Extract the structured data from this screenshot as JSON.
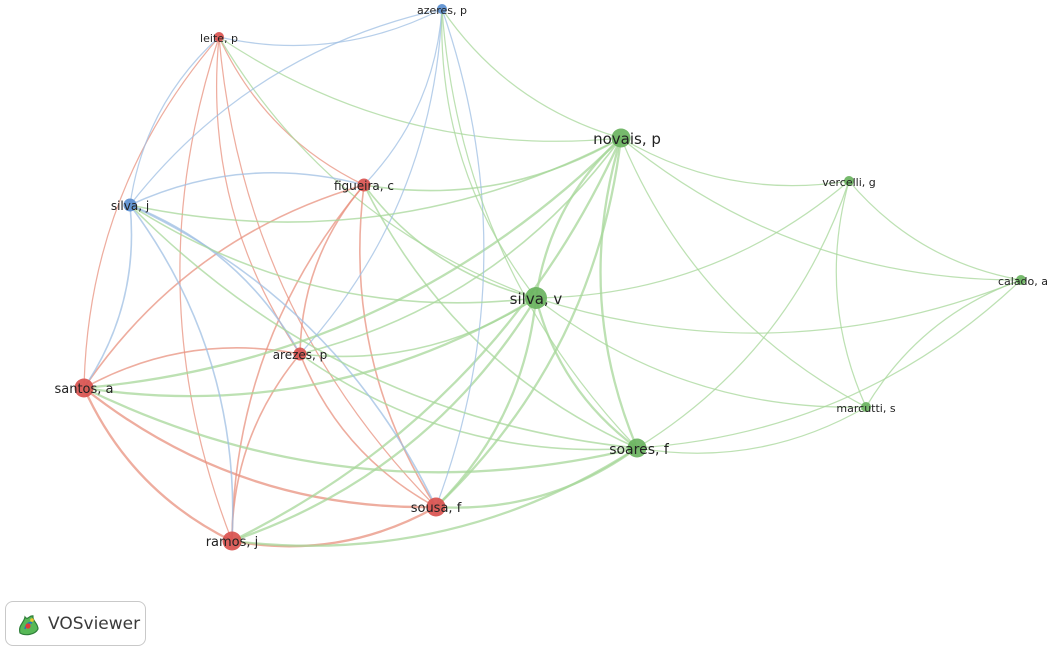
{
  "app": {
    "logo_text": "VOSviewer"
  },
  "clusters": [
    {
      "id": 1,
      "color": "#d9534f",
      "edge_color": "#e8917f"
    },
    {
      "id": 2,
      "color": "#6ab35f",
      "edge_color": "#a7d79a"
    },
    {
      "id": 3,
      "color": "#5b8fd0",
      "edge_color": "#9fbfe3"
    }
  ],
  "nodes": [
    {
      "id": "azeres",
      "label": "azeres, p",
      "cluster": 3,
      "weight": 1
    },
    {
      "id": "leite",
      "label": "leite, p",
      "cluster": 1,
      "weight": 1
    },
    {
      "id": "silvaj",
      "label": "silva, j",
      "cluster": 3,
      "weight": 2
    },
    {
      "id": "figueira",
      "label": "figueira, c",
      "cluster": 1,
      "weight": 2
    },
    {
      "id": "novais",
      "label": "novais, p",
      "cluster": 2,
      "weight": 4
    },
    {
      "id": "vercelli",
      "label": "vercelli, g",
      "cluster": 2,
      "weight": 1
    },
    {
      "id": "calado",
      "label": "calado, a",
      "cluster": 2,
      "weight": 1
    },
    {
      "id": "silvav",
      "label": "silva, v",
      "cluster": 2,
      "weight": 5
    },
    {
      "id": "arezes",
      "label": "arezes, p",
      "cluster": 1,
      "weight": 2
    },
    {
      "id": "santos",
      "label": "santos, a",
      "cluster": 1,
      "weight": 4
    },
    {
      "id": "marcutti",
      "label": "marcutti, s",
      "cluster": 2,
      "weight": 1
    },
    {
      "id": "soares",
      "label": "soares, f",
      "cluster": 2,
      "weight": 4
    },
    {
      "id": "sousa",
      "label": "sousa, f",
      "cluster": 1,
      "weight": 4
    },
    {
      "id": "ramos",
      "label": "ramos, j",
      "cluster": 1,
      "weight": 4
    }
  ],
  "links": [
    [
      "leite",
      "figueira"
    ],
    [
      "leite",
      "arezes"
    ],
    [
      "leite",
      "santos"
    ],
    [
      "leite",
      "ramos"
    ],
    [
      "leite",
      "sousa"
    ],
    [
      "leite",
      "silvav"
    ],
    [
      "leite",
      "azeres"
    ],
    [
      "leite",
      "silvaj"
    ],
    [
      "leite",
      "novais"
    ],
    [
      "figueira",
      "arezes"
    ],
    [
      "figueira",
      "santos"
    ],
    [
      "figueira",
      "ramos"
    ],
    [
      "figueira",
      "sousa"
    ],
    [
      "figueira",
      "silvav"
    ],
    [
      "figueira",
      "novais"
    ],
    [
      "figueira",
      "soares"
    ],
    [
      "figueira",
      "silvaj"
    ],
    [
      "figueira",
      "azeres"
    ],
    [
      "arezes",
      "santos"
    ],
    [
      "arezes",
      "ramos"
    ],
    [
      "arezes",
      "sousa"
    ],
    [
      "arezes",
      "silvav"
    ],
    [
      "arezes",
      "novais"
    ],
    [
      "arezes",
      "soares"
    ],
    [
      "arezes",
      "silvaj"
    ],
    [
      "arezes",
      "azeres"
    ],
    [
      "santos",
      "ramos"
    ],
    [
      "santos",
      "sousa"
    ],
    [
      "santos",
      "silvav"
    ],
    [
      "santos",
      "novais"
    ],
    [
      "santos",
      "soares"
    ],
    [
      "santos",
      "silvaj"
    ],
    [
      "ramos",
      "sousa"
    ],
    [
      "ramos",
      "silvav"
    ],
    [
      "ramos",
      "novais"
    ],
    [
      "ramos",
      "soares"
    ],
    [
      "ramos",
      "silvaj"
    ],
    [
      "sousa",
      "silvav"
    ],
    [
      "sousa",
      "novais"
    ],
    [
      "sousa",
      "soares"
    ],
    [
      "sousa",
      "silvaj"
    ],
    [
      "sousa",
      "azeres"
    ],
    [
      "azeres",
      "silvaj"
    ],
    [
      "azeres",
      "novais"
    ],
    [
      "azeres",
      "silvav"
    ],
    [
      "azeres",
      "soares"
    ],
    [
      "silvaj",
      "novais"
    ],
    [
      "silvaj",
      "silvav"
    ],
    [
      "silvaj",
      "soares"
    ],
    [
      "novais",
      "silvav"
    ],
    [
      "novais",
      "soares"
    ],
    [
      "novais",
      "vercelli"
    ],
    [
      "novais",
      "calado"
    ],
    [
      "novais",
      "marcutti"
    ],
    [
      "silvav",
      "soares"
    ],
    [
      "silvav",
      "vercelli"
    ],
    [
      "silvav",
      "calado"
    ],
    [
      "silvav",
      "marcutti"
    ],
    [
      "soares",
      "vercelli"
    ],
    [
      "soares",
      "calado"
    ],
    [
      "soares",
      "marcutti"
    ],
    [
      "vercelli",
      "calado"
    ],
    [
      "vercelli",
      "marcutti"
    ],
    [
      "calado",
      "marcutti"
    ]
  ]
}
